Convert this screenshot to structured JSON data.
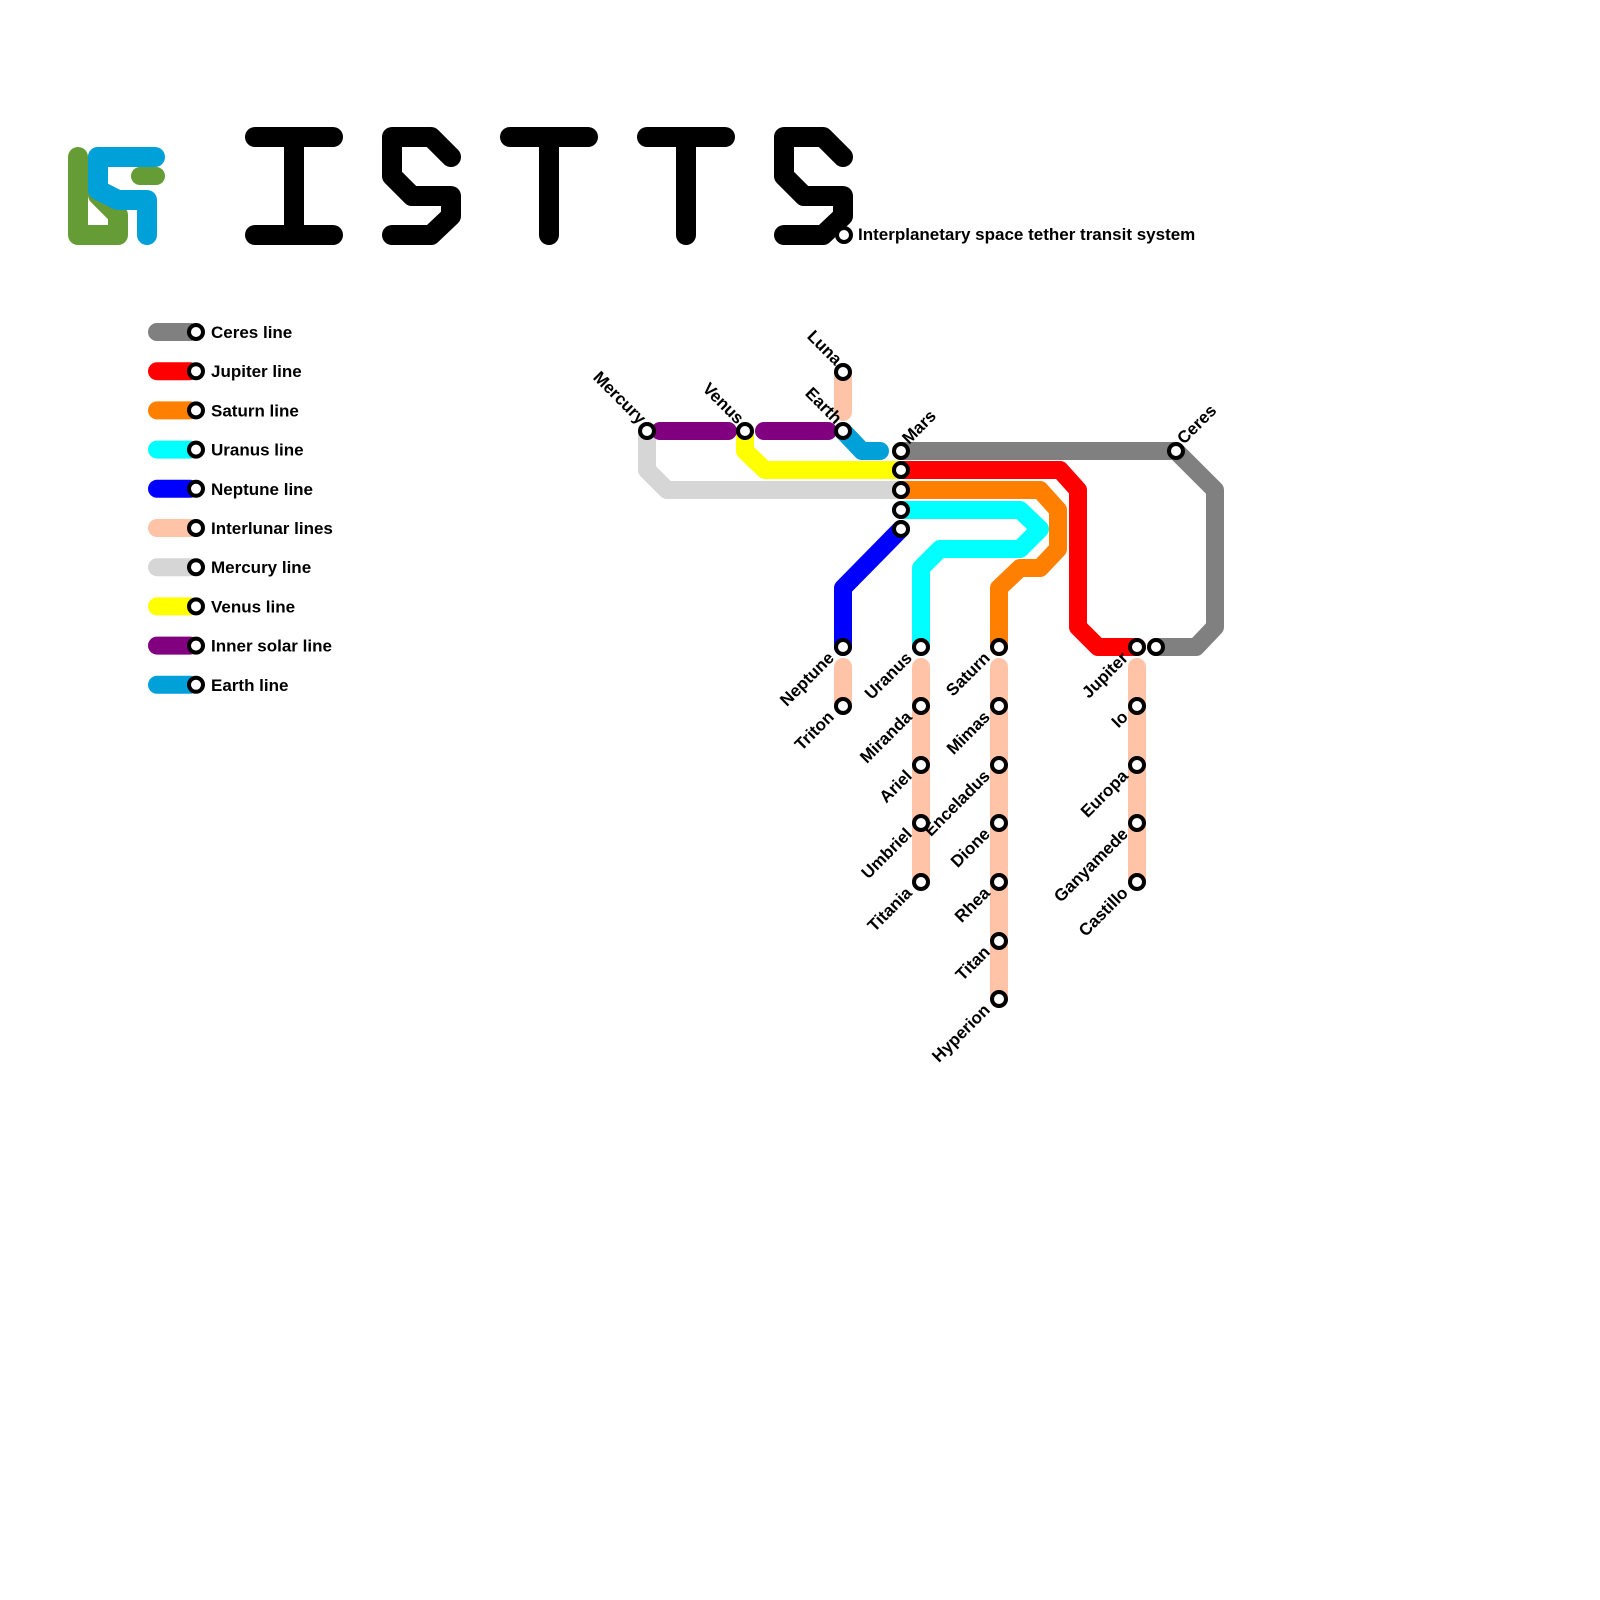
{
  "logo": {
    "title": "ISTTS",
    "colors": {
      "green": "#669c35",
      "blue": "#00a0d8"
    }
  },
  "subtitle": "Interplanetary space tether transit system",
  "legend": [
    {
      "label": "Ceres line",
      "color": "#808080"
    },
    {
      "label": "Jupiter line",
      "color": "#ff0000"
    },
    {
      "label": "Saturn line",
      "color": "#ff8000"
    },
    {
      "label": "Uranus line",
      "color": "#00ffff"
    },
    {
      "label": "Neptune line",
      "color": "#0000ff"
    },
    {
      "label": "Interlunar lines",
      "color": "#ffc4a8"
    },
    {
      "label": "Mercury line",
      "color": "#d6d6d6"
    },
    {
      "label": "Venus line",
      "color": "#ffff00"
    },
    {
      "label": "Inner solar line",
      "color": "#800080"
    },
    {
      "label": "Earth line",
      "color": "#00a0d8"
    }
  ],
  "stations": [
    "Mercury",
    "Venus",
    "Earth",
    "Luna",
    "Mars",
    "Ceres",
    "Jupiter",
    "Io",
    "Europa",
    "Ganyamede",
    "Castillo",
    "Saturn",
    "Mimas",
    "Enceladus",
    "Dione",
    "Rhea",
    "Titan",
    "Hyperion",
    "Uranus",
    "Miranda",
    "Ariel",
    "Umbriel",
    "Titania",
    "Neptune",
    "Triton"
  ]
}
